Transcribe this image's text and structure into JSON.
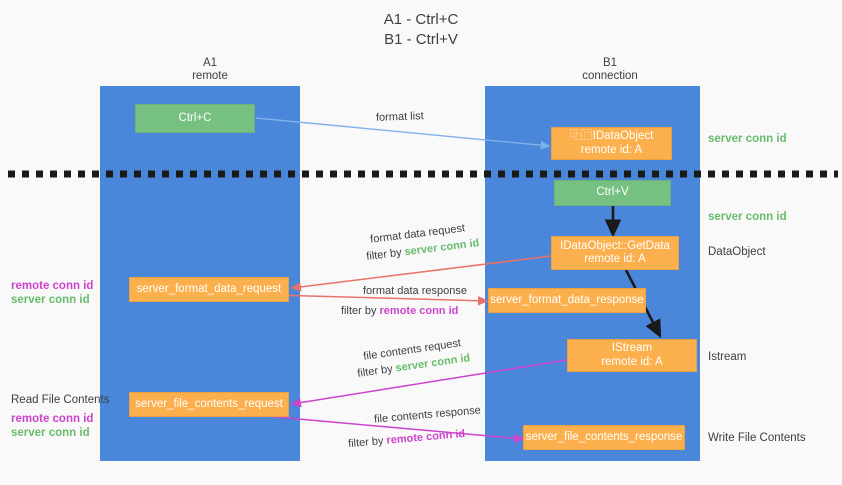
{
  "title": "A1 - Ctrl+C\nB1 - Ctrl+V",
  "columns": {
    "left": "A1\nremote",
    "right": "B1\nconnection"
  },
  "colors": {
    "lane": "#4a86d9",
    "green_box": "#76c082",
    "orange_box": "#fbb04d",
    "server_conn": "#68bb6c",
    "remote_conn": "#cc44cc",
    "arrow_blue": "#7fb1e8",
    "arrow_red": "#e8736a",
    "arrow_magenta": "#cc44cc",
    "arrow_black": "#1a1a1a",
    "divider": "#1a1a1a"
  },
  "boxes": {
    "ctrl_c": "Ctrl+C",
    "data_object": "⿻⿸IDataObject\nremote id: A",
    "ctrl_v": "Ctrl+V",
    "get_data": "IDataObject::GetData\nremote id: A",
    "istream": "IStream\nremote id: A",
    "format_data_request": "server_format_data_request",
    "format_data_response": "server_format_data_response",
    "file_contents_request": "server_file_contents_request",
    "file_contents_response": "server_file_contents_response"
  },
  "arrow_labels": {
    "format_list": "format list",
    "format_data_request": "format data request",
    "format_data_request_filter_prefix": "filter by ",
    "format_data_request_filter_value": "server conn id",
    "format_data_response": "format data response",
    "format_data_response_filter_prefix": "filter by ",
    "format_data_response_filter_value": "remote conn id",
    "file_contents_request": "file contents request",
    "file_contents_request_filter_prefix": "filter by ",
    "file_contents_request_filter_value": "server conn id",
    "file_contents_response": "file contents response",
    "file_contents_response_filter_prefix": "filter by ",
    "file_contents_response_filter_value": "remote conn id"
  },
  "right_labels": {
    "server_conn_top": "server conn id",
    "server_conn_mid": "server conn id",
    "data_object": "DataObject",
    "istream": "Istream",
    "write_file_contents": "Write File Contents"
  },
  "left_labels": {
    "remote_conn_1": "remote conn id",
    "server_conn_1": "server conn id",
    "read_file_contents": "Read File Contents",
    "remote_conn_2": "remote conn id",
    "server_conn_2": "server conn id"
  }
}
